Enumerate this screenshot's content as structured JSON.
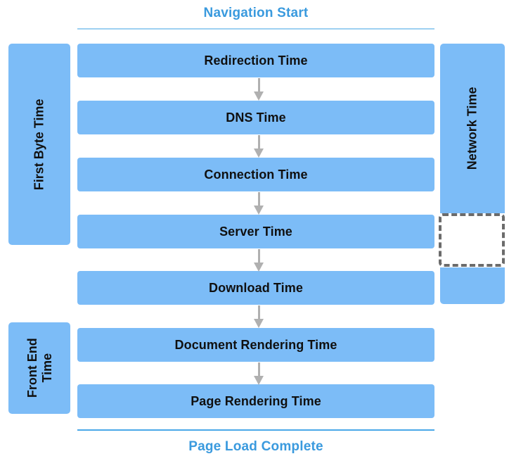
{
  "diagram": {
    "title_top": "Navigation Start",
    "title_bottom": "Page Load Complete",
    "accent_color": "#3a9ade",
    "box_fill_color": "#7cbcf7",
    "arrow_color": "#b0b0b0",
    "dashed_border_color": "#6b6b6b",
    "text_color": "#101010"
  },
  "stages": [
    {
      "label": "Redirection Time"
    },
    {
      "label": "DNS Time"
    },
    {
      "label": "Connection Time"
    },
    {
      "label": "Server Time"
    },
    {
      "label": "Download Time"
    },
    {
      "label": "Document Rendering Time"
    },
    {
      "label": "Page Rendering Time"
    }
  ],
  "groups": {
    "left": [
      {
        "label": "First Byte Time",
        "spans": [
          "Redirection Time",
          "DNS Time",
          "Connection Time",
          "Server Time"
        ]
      },
      {
        "label": "Front End\nTime",
        "spans": [
          "Document Rendering Time",
          "Page Rendering Time"
        ]
      }
    ],
    "right": [
      {
        "label": "Network Time",
        "spans": [
          "Redirection Time",
          "DNS Time",
          "Connection Time",
          "Download Time"
        ]
      }
    ]
  },
  "arrows": [
    {
      "from": "Redirection Time",
      "to": "DNS Time"
    },
    {
      "from": "DNS Time",
      "to": "Connection Time"
    },
    {
      "from": "Connection Time",
      "to": "Server Time"
    },
    {
      "from": "Server Time",
      "to": "Download Time"
    },
    {
      "from": "Download Time",
      "to": "Document Rendering Time"
    },
    {
      "from": "Document Rendering Time",
      "to": "Page Rendering Time"
    }
  ]
}
